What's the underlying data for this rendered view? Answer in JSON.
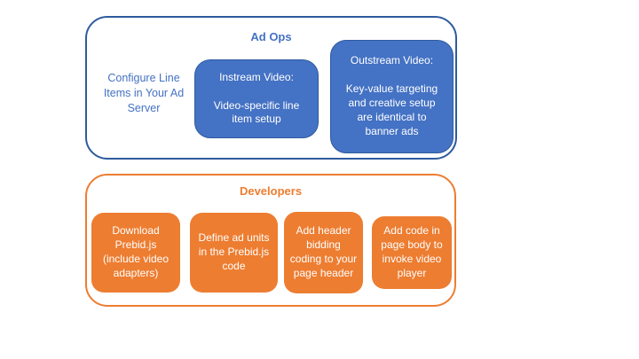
{
  "colors": {
    "blue": "#4472C4",
    "blue_border": "#2F5B9E",
    "orange": "#ED7D31",
    "box_text": "#FFFFFF"
  },
  "ad_ops": {
    "title": "Ad Ops",
    "side_note": "Configure Line Items in Your Ad Server",
    "boxes": [
      {
        "title": "Instream Video:",
        "body": "Video-specific line item setup"
      },
      {
        "title": "Outstream Video:",
        "body": "Key-value targeting and creative setup are identical to banner ads"
      }
    ]
  },
  "developers": {
    "title": "Developers",
    "boxes": [
      {
        "label": "Download Prebid.js (include video adapters)"
      },
      {
        "label": "Define ad units in the Prebid.js code"
      },
      {
        "label": "Add header bidding coding to your page header"
      },
      {
        "label": "Add code in page body to invoke video player"
      }
    ]
  }
}
